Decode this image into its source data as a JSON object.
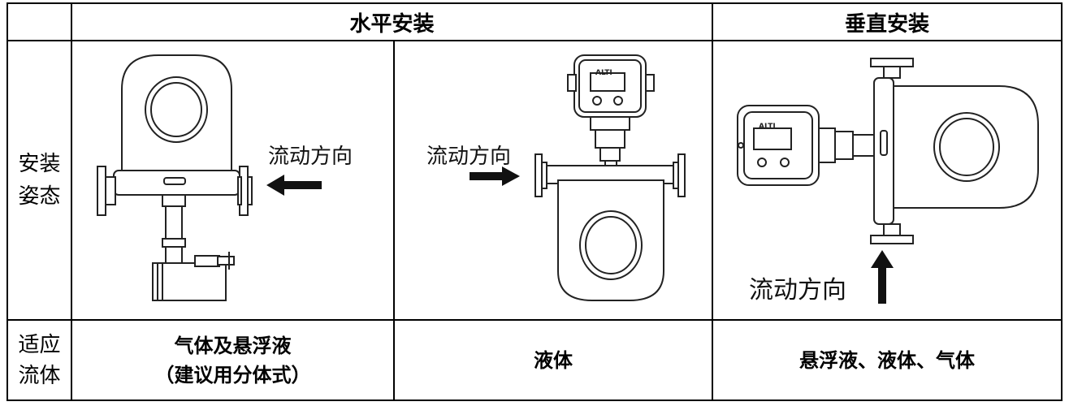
{
  "header": {
    "horizontal": "水平安装",
    "vertical": "垂直安装"
  },
  "rows": {
    "posture_label": "安装\n姿态",
    "fluid_label": "适应\n流体"
  },
  "flow_direction": "流动方向",
  "fluids": {
    "horizontal_up": "气体及悬浮液\n（建议用分体式）",
    "horizontal_down": "液体",
    "vertical": "悬浮液、液体、气体"
  },
  "device_brand": "ALTI"
}
